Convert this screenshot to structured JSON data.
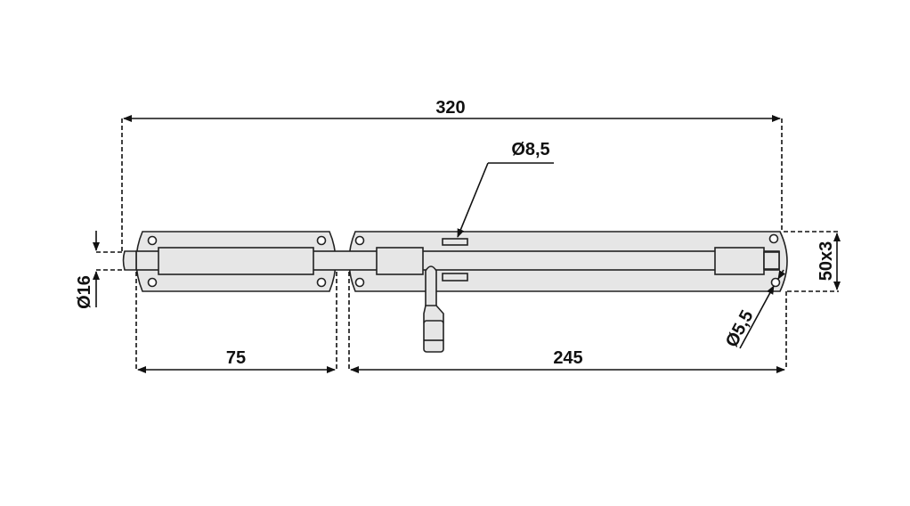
{
  "dimensions": {
    "overall_length": "320",
    "slot_diameter": "Ø8,5",
    "plate_section": "50x3",
    "bolt_diameter": "Ø16",
    "keeper_length": "75",
    "plate_length": "245",
    "hole_diameter": "Ø5,5"
  },
  "colors": {
    "line": "#111111",
    "fill": "#e6e6e6"
  }
}
